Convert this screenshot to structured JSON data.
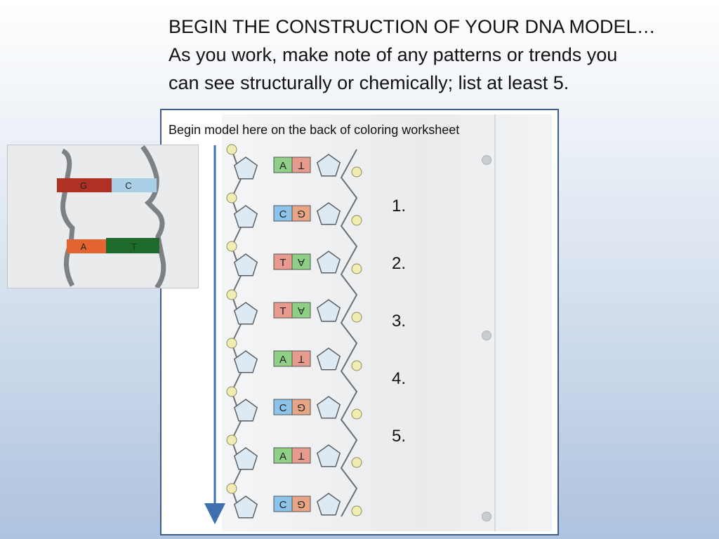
{
  "heading": {
    "line1": "BEGIN THE CONSTRUCTION OF YOUR DNA MODEL…",
    "line2": "As you work, make note of any patterns or trends you",
    "line3": "can see structurally or chemically; list at least 5."
  },
  "panel": {
    "note": "Begin model here on the back of coloring worksheet"
  },
  "list_numbers": [
    "1.",
    "2.",
    "3.",
    "4.",
    "5."
  ],
  "dna_ladder": {
    "pairs": [
      {
        "left": "A",
        "right": "T",
        "left_color": "#8fcf86",
        "right_color": "#e79b8e"
      },
      {
        "left": "C",
        "right": "G",
        "left_color": "#8cc3ea",
        "right_color": "#e8a585"
      },
      {
        "left": "T",
        "right": "A",
        "left_color": "#e99a8f",
        "right_color": "#8ccf85"
      },
      {
        "left": "T",
        "right": "A",
        "left_color": "#e99a8f",
        "right_color": "#8ccf85"
      },
      {
        "left": "A",
        "right": "T",
        "left_color": "#8fcf86",
        "right_color": "#e79b8e"
      },
      {
        "left": "C",
        "right": "G",
        "left_color": "#8cc3ea",
        "right_color": "#e8a585"
      },
      {
        "left": "A",
        "right": "T",
        "left_color": "#8fcf86",
        "right_color": "#e79b8e"
      },
      {
        "left": "C",
        "right": "G",
        "left_color": "#8cc3ea",
        "right_color": "#e8a585"
      }
    ]
  },
  "model_photo": {
    "top_pair": {
      "left": "G",
      "right": "C",
      "left_color": "#b03024",
      "right_color": "#a8cfe6"
    },
    "bottom_pair": {
      "left": "A",
      "right": "T",
      "left_color": "#e4642f",
      "right_color": "#1d6a2a"
    }
  },
  "colors": {
    "panel_border": "#3e5f8d",
    "arrow": "#3f6fae",
    "phosphate": "#f1ecb2",
    "sugar": "#ddeaf3"
  }
}
